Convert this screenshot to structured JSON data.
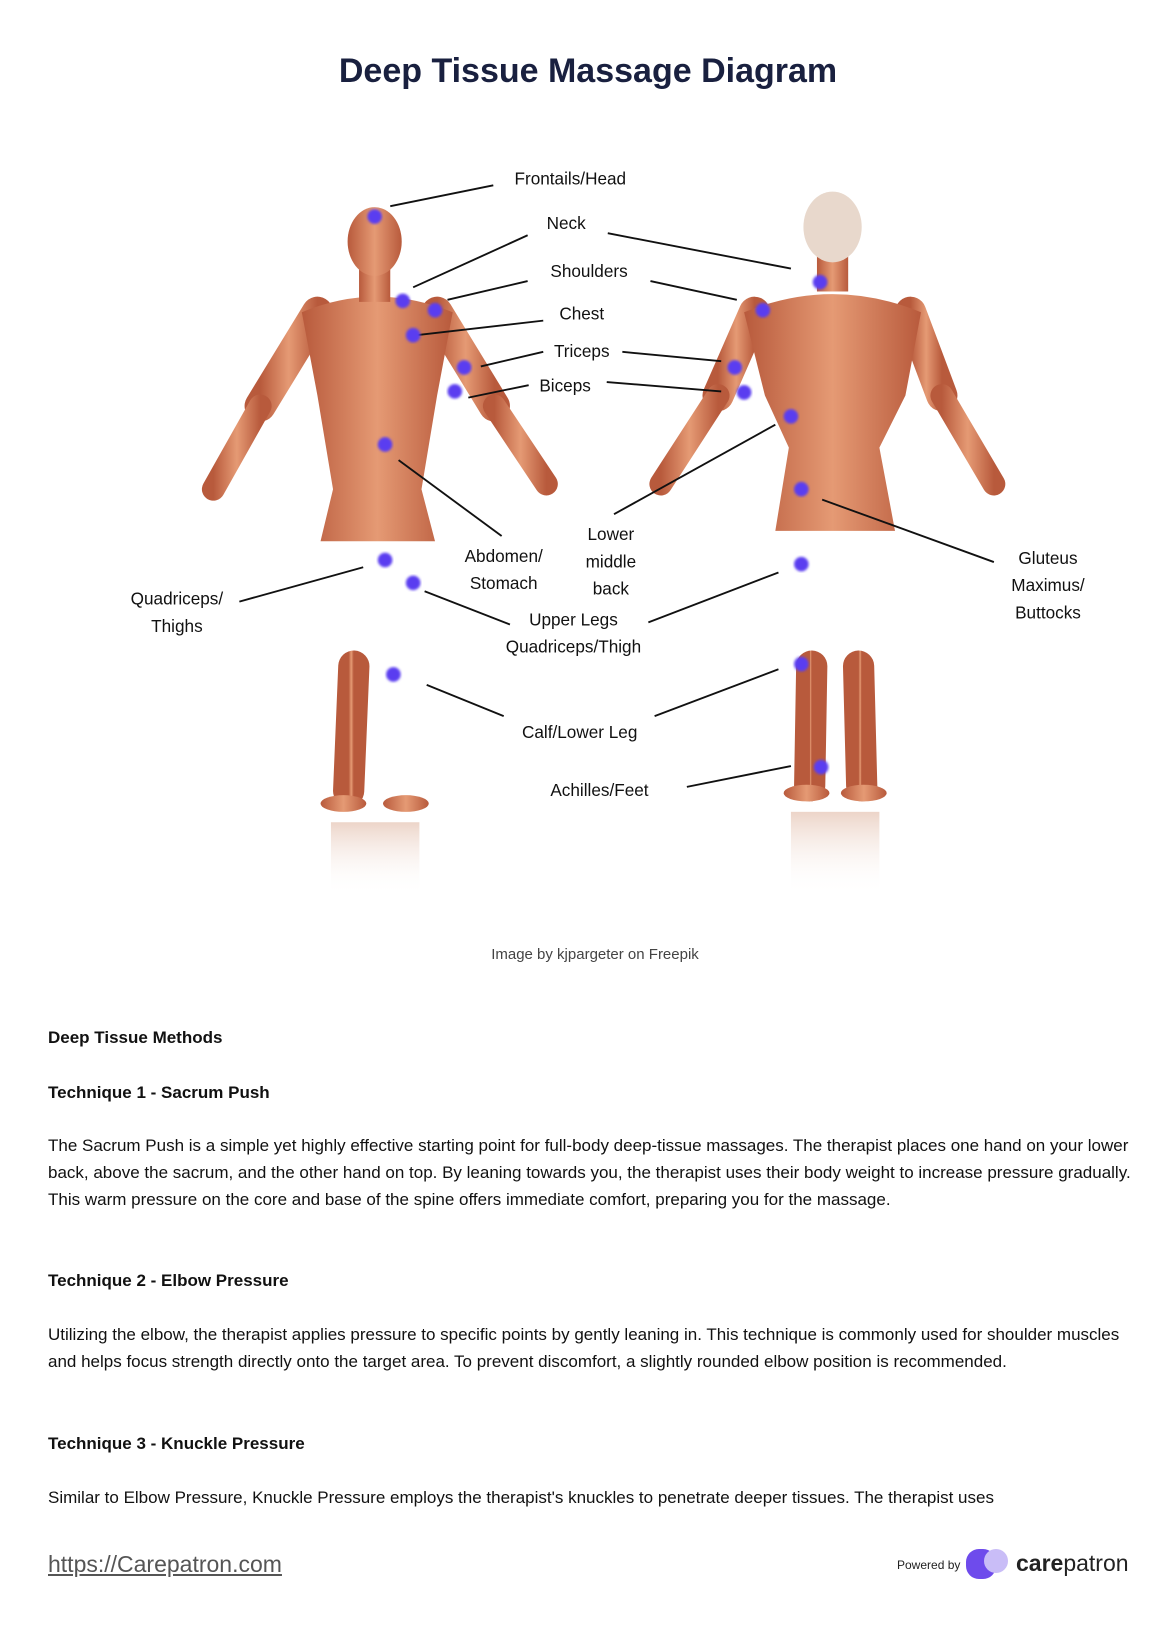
{
  "title": "Deep Tissue Massage Diagram",
  "diagram": {
    "labels": {
      "frontails": "Frontails/Head",
      "neck": "Neck",
      "shoulders": "Shoulders",
      "chest": "Chest",
      "triceps": "Triceps",
      "biceps": "Biceps",
      "lower_back": [
        "Lower",
        "middle",
        "back"
      ],
      "abdomen": [
        "Abdomen/",
        "Stomach"
      ],
      "quadriceps": [
        "Quadriceps/",
        "Thighs"
      ],
      "upper_legs": [
        "Upper Legs",
        "Quadriceps/Thigh"
      ],
      "calf": "Calf/Lower Leg",
      "achilles": "Achilles/Feet",
      "gluteus": [
        "Gluteus",
        "Maximus/",
        "Buttocks"
      ]
    },
    "marker_color": "#5a3cf0",
    "caption": "Image by kjpargeter on Freepik"
  },
  "content": {
    "section_heading": "Deep Tissue Methods",
    "techniques": [
      {
        "heading": "Technique 1 - Sacrum Push",
        "body": "The Sacrum Push is a simple yet highly effective starting point for full-body deep-tissue massages. The therapist places one hand on your lower back, above the sacrum, and the other hand on top. By leaning towards you, the therapist uses their body weight to increase pressure gradually. This warm pressure on the core and base of the spine offers immediate comfort, preparing you for the massage."
      },
      {
        "heading": "Technique 2 - Elbow Pressure",
        "body": "Utilizing the elbow, the therapist applies pressure to specific points by gently leaning in. This technique is commonly used for shoulder muscles and helps focus strength directly onto the target area. To prevent discomfort, a slightly rounded elbow position is recommended."
      },
      {
        "heading": "Technique 3 - Knuckle Pressure",
        "body": "Similar to Elbow Pressure, Knuckle Pressure employs the therapist's knuckles to penetrate deeper tissues. The therapist uses"
      }
    ]
  },
  "footer": {
    "link": "https://Carepatron.com",
    "powered_by": "Powered by",
    "brand_bold": "care",
    "brand_rest": "patron"
  }
}
